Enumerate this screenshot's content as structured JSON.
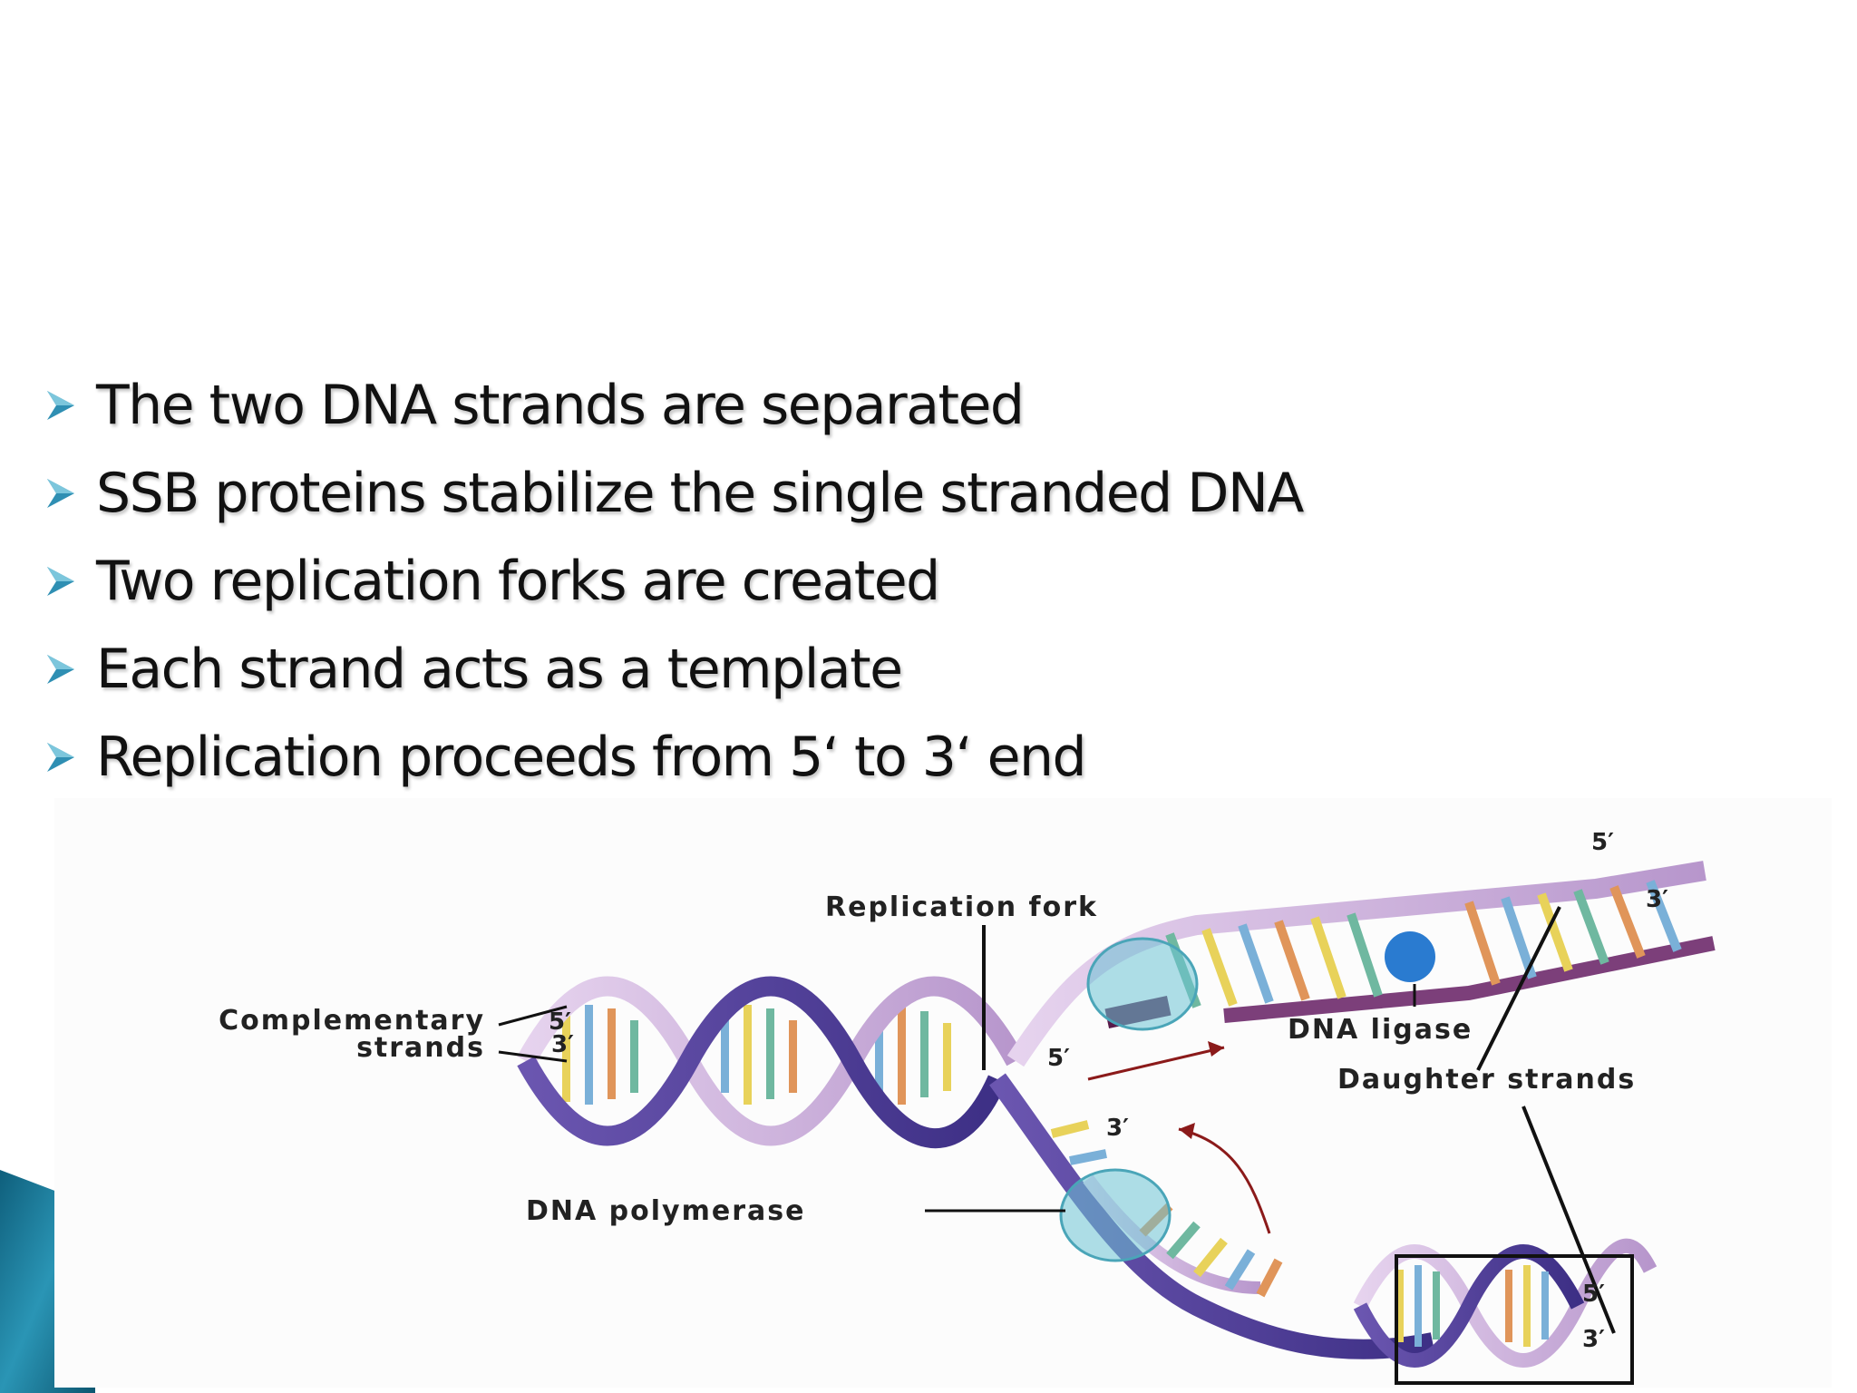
{
  "bullets": [
    "The two DNA strands are separated",
    "SSB proteins stabilize the single stranded DNA",
    "Two replication forks are created",
    "Each strand acts as a template",
    "Replication proceeds from 5‘ to 3‘ end"
  ],
  "diagram": {
    "replication_fork": "Replication fork",
    "complementary": "Complementary",
    "strands": "strands",
    "dna_ligase": "DNA ligase",
    "daughter_strands": "Daughter strands",
    "dna_polymerase": "DNA polymerase",
    "five_prime": "5′",
    "three_prime": "3′"
  },
  "colors": {
    "bullet_arrow": "#2f8fb3",
    "corner_accent": "#1b7d9c",
    "backbone_dark": "#4b3c8f",
    "backbone_light": "#c9a8d8",
    "enzyme": "#6cc3d3",
    "ligase": "#2a7bd0",
    "arrow": "#8b1a1a"
  }
}
